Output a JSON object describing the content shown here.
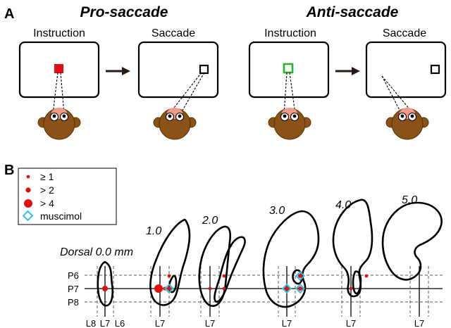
{
  "panels": {
    "a": "A",
    "b": "B"
  },
  "panel_a": {
    "conditions": [
      {
        "title": "Pro-saccade",
        "screens": [
          "Instruction",
          "Saccade"
        ],
        "cue_color": "#e01010",
        "cue_fill": "filled"
      },
      {
        "title": "Anti-saccade",
        "screens": [
          "Instruction",
          "Saccade"
        ],
        "cue_color": "#22bb22",
        "cue_fill": "open"
      }
    ],
    "arrow_icon": "arrow-right-icon",
    "subject_icon": "monkey-face-icon"
  },
  "panel_b": {
    "legend": [
      {
        "label": "≥ 1",
        "marker": "small-red-dot"
      },
      {
        "label": "> 2",
        "marker": "medium-red-dot"
      },
      {
        "label": "> 4",
        "marker": "large-red-dot"
      },
      {
        "label": "muscimol",
        "marker": "cyan-diamond"
      }
    ],
    "depths": [
      "Dorsal 0.0 mm",
      "1.0",
      "2.0",
      "3.0",
      "4.0",
      "5.0"
    ],
    "row_labels": [
      "P6",
      "P7",
      "P8"
    ],
    "column_labels": [
      "L8",
      "L7",
      "L6",
      "L7",
      "L7",
      "L7",
      "L7",
      "L7"
    ],
    "colors": {
      "site": "#e01010",
      "muscimol": "#33c0e0"
    }
  }
}
